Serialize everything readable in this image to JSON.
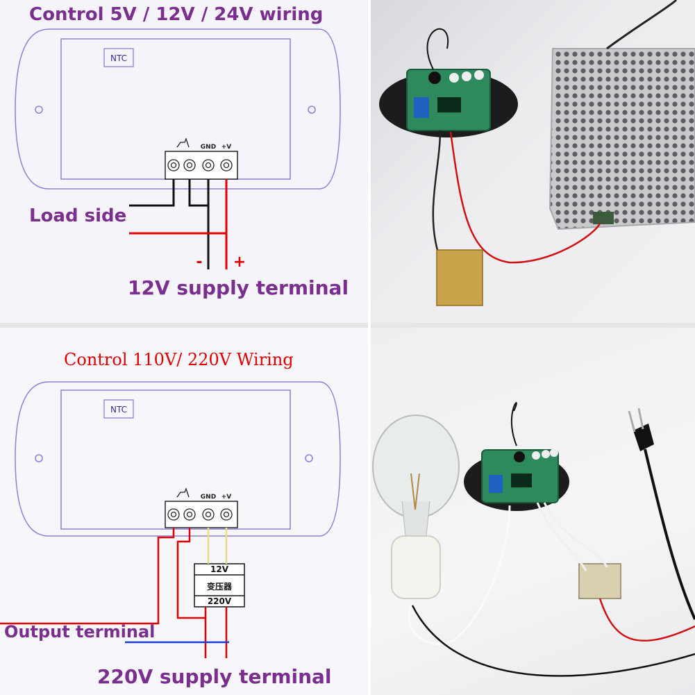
{
  "top": {
    "title": "Control 5V / 12V / 24V wiring",
    "ntc": "NTC",
    "gnd_label": "GND",
    "v_label": "+V",
    "load_side": "Load side",
    "minus": "-",
    "plus": "+",
    "supply": "12V supply terminal"
  },
  "bottom": {
    "title": "Control 110V/ 220V Wiring",
    "ntc": "NTC",
    "gnd_label": "GND",
    "v_label": "+V",
    "transformer_top": "12V",
    "transformer_mid": "变压器",
    "transformer_bottom": "220V",
    "output": "Output terminal",
    "supply": "220V supply terminal"
  },
  "colors": {
    "heading": "#7a2e8e",
    "outline": "#8b7fd8",
    "wire_red": "#e00000",
    "wire_black": "#111111",
    "wire_yellow": "#e8e080",
    "wire_blue": "#1a3cc8"
  },
  "photos": {
    "top": "controller board wired to power supply with heating pad",
    "bottom": "controller board wired to light bulb, transformer and mains plug"
  }
}
